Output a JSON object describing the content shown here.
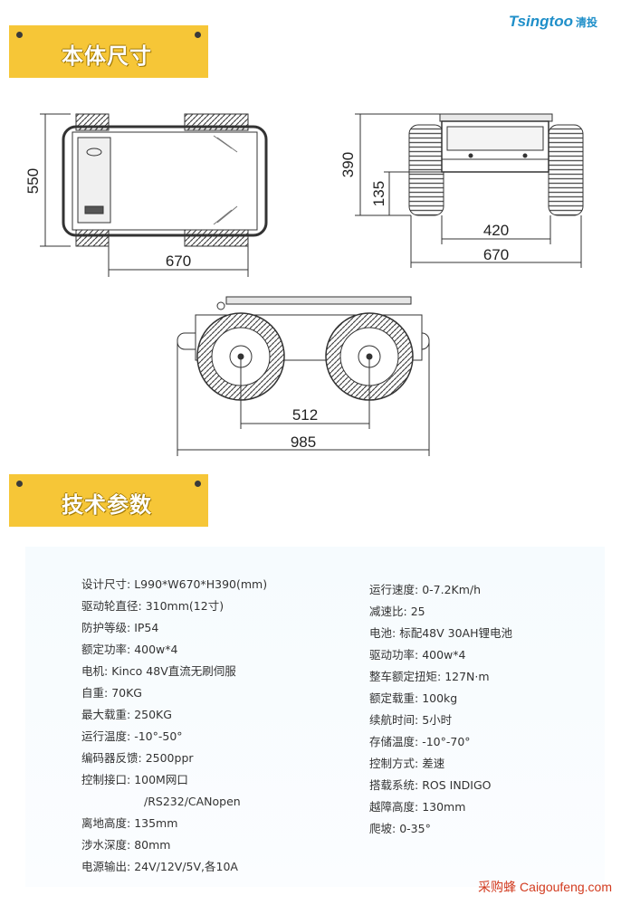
{
  "header": {
    "logo_text": "Tsingtoo",
    "logo_cn": "清投"
  },
  "sections": {
    "dimensions_title": "本体尺寸",
    "specs_title": "技术参数"
  },
  "dimensions": {
    "top_view_height": "550",
    "top_view_width": "670",
    "front_view_height": "390",
    "front_view_clearance": "135",
    "front_view_track": "420",
    "front_view_width": "670",
    "side_view_wheelbase": "512",
    "side_view_length": "985"
  },
  "specs": {
    "left": [
      {
        "label": "设计尺寸:",
        "value": "L990*W670*H390(mm)"
      },
      {
        "label": "驱动轮直径:",
        "value": "310mm(12寸)"
      },
      {
        "label": "防护等级:",
        "value": "IP54"
      },
      {
        "label": "额定功率:",
        "value": "400w*4"
      },
      {
        "label": "电机:",
        "value": "Kinco 48V直流无刷伺服"
      },
      {
        "label": "自重:",
        "value": "70KG"
      },
      {
        "label": "最大载重:",
        "value": "250KG"
      },
      {
        "label": "运行温度:",
        "value": "-10°-50°"
      },
      {
        "label": "编码器反馈:",
        "value": "2500ppr"
      },
      {
        "label": "控制接口:",
        "value": "100M网口"
      },
      {
        "label": "",
        "value": "/RS232/CANopen"
      },
      {
        "label": "离地高度:",
        "value": "135mm"
      },
      {
        "label": "涉水深度:",
        "value": "80mm"
      },
      {
        "label": "电源输出:",
        "value": "24V/12V/5V,各10A"
      }
    ],
    "right": [
      {
        "label": "运行速度:",
        "value": "0-7.2Km/h"
      },
      {
        "label": "减速比:",
        "value": "25"
      },
      {
        "label": "电池:",
        "value": "标配48V 30AH锂电池"
      },
      {
        "label": "驱动功率:",
        "value": "400w*4"
      },
      {
        "label": "整车额定扭矩:",
        "value": "127N·m"
      },
      {
        "label": "额定载重:",
        "value": "100kg"
      },
      {
        "label": "续航时间:",
        "value": "5小时"
      },
      {
        "label": "存储温度:",
        "value": "-10°-70°"
      },
      {
        "label": "控制方式:",
        "value": "差速"
      },
      {
        "label": "搭载系统:",
        "value": "ROS INDIGO"
      },
      {
        "label": "越障高度:",
        "value": "130mm"
      },
      {
        "label": "爬坡:",
        "value": "0-35°"
      }
    ]
  },
  "watermark": "采购蜂 Caigoufeng.com",
  "colors": {
    "banner": "#f6c637",
    "logo": "#1f8fc9",
    "watermark": "#d23a1e"
  }
}
